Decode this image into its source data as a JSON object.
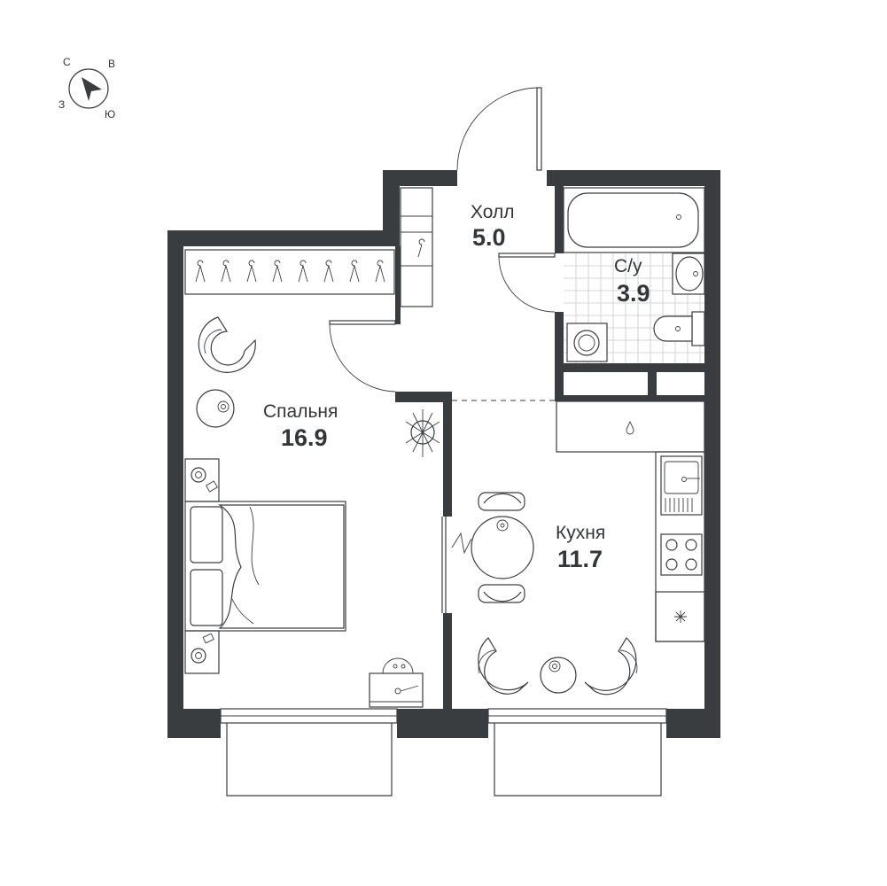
{
  "compass": {
    "north": "С",
    "east": "В",
    "south": "Ю",
    "west": "З"
  },
  "rooms": [
    {
      "id": "hall",
      "name": "Холл",
      "area": "5.0"
    },
    {
      "id": "bathroom",
      "name": "С/у",
      "area": "3.9"
    },
    {
      "id": "bedroom",
      "name": "Спальня",
      "area": "16.9"
    },
    {
      "id": "kitchen",
      "name": "Кухня",
      "area": "11.7"
    }
  ],
  "colors": {
    "wall": "#3a3d40",
    "line": "#3a3d40",
    "tile": "#c9ccce",
    "text": "#333638"
  }
}
